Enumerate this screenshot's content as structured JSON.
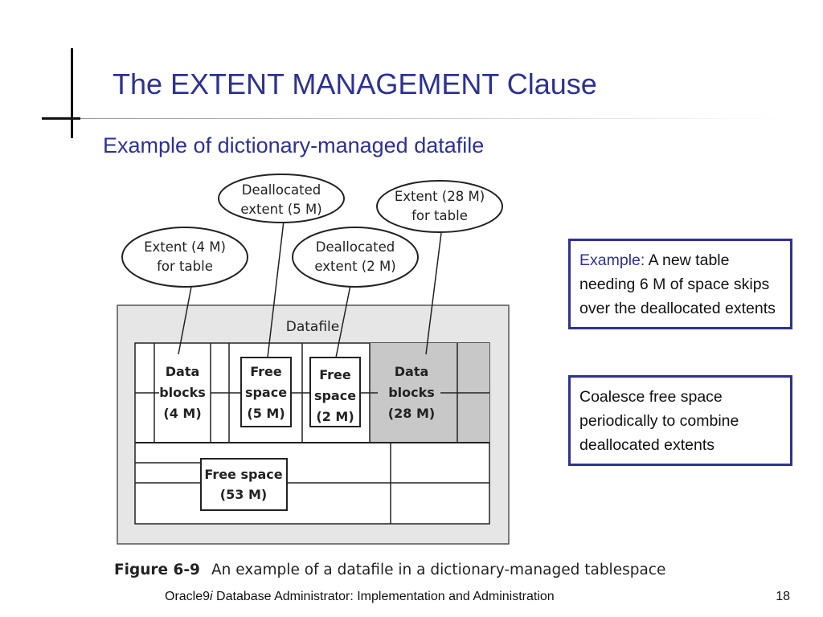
{
  "slide": {
    "title": "The EXTENT MANAGEMENT Clause",
    "subtitle": "Example of dictionary-managed datafile",
    "footer_brand": "Oracle9",
    "footer_brand_italic": "i",
    "footer_rest": " Database Administrator: Implementation and Administration",
    "page_number": "18"
  },
  "diagram": {
    "container_label": "Datafile",
    "bubbles": [
      {
        "line1": "Deallocated",
        "line2": "extent (5 M)"
      },
      {
        "line1": "Extent (28 M)",
        "line2": "for table"
      },
      {
        "line1": "Extent (4 M)",
        "line2": "for table"
      },
      {
        "line1": "Deallocated",
        "line2": "extent (2 M)"
      }
    ],
    "blocks": [
      {
        "line1": "Data",
        "line2": "blocks",
        "line3": "(4 M)"
      },
      {
        "line1": "Free",
        "line2": "space",
        "line3": "(5 M)"
      },
      {
        "line1": "Free",
        "line2": "space",
        "line3": "(2 M)"
      },
      {
        "line1": "Data",
        "line2": "blocks",
        "line3": "(28 M)"
      }
    ],
    "free_space": {
      "line1": "Free space",
      "line2": "(53 M)"
    }
  },
  "callouts": {
    "example_lead": "Example:",
    "example_text": " A new table needing 6 M of space skips over the deallocated extents",
    "coalesce_text": "Coalesce free space periodically to combine deallocated extents"
  },
  "figure": {
    "number": "Figure 6-9",
    "caption": "An example of a datafile in a dictionary-managed tablespace"
  },
  "colors": {
    "title": "#2e3192",
    "callout_border": "#2e3192",
    "datafile_background": "#e6e6e6",
    "table_extent_fill": "#c8c8c8"
  }
}
